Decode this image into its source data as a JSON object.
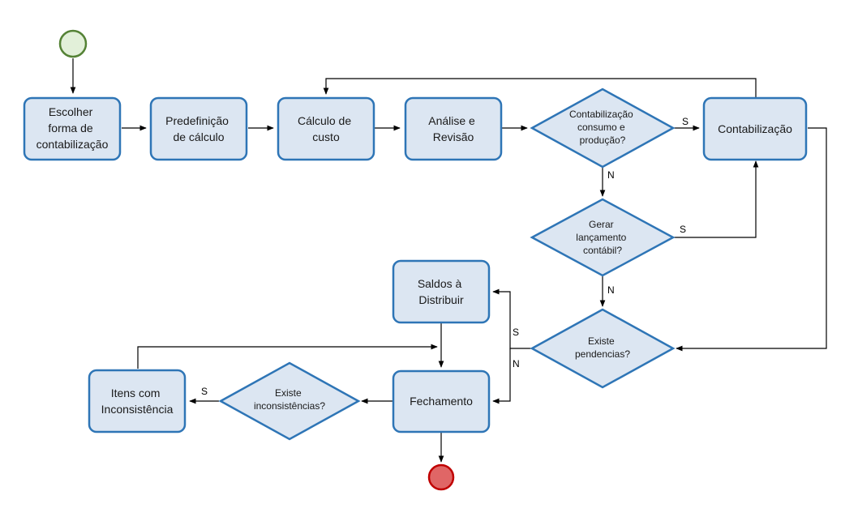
{
  "tasks": {
    "escolher": [
      "Escolher",
      "forma de",
      "contabilização"
    ],
    "predefinicao": [
      "Predefinição",
      "de cálculo"
    ],
    "calculo": [
      "Cálculo de",
      "custo"
    ],
    "analise": [
      "Análise e",
      "Revisão"
    ],
    "contabilizacao": [
      "Contabilização"
    ],
    "saldos": [
      "Saldos à",
      "Distribuir"
    ],
    "fechamento": [
      "Fechamento"
    ],
    "itens": [
      "Itens com",
      "Inconsistência"
    ]
  },
  "decisions": {
    "consumo": [
      "Contabilização",
      "consumo e",
      "produção?"
    ],
    "gerar": [
      "Gerar",
      "lançamento",
      "contábil?"
    ],
    "pendencias": [
      "Existe",
      "pendencias?"
    ],
    "inconsistencias": [
      "Existe",
      "inconsistências?"
    ]
  },
  "edge_labels": {
    "consumo_yes": "S",
    "consumo_no": "N",
    "gerar_yes": "S",
    "gerar_no": "N",
    "pendencias_yes": "S",
    "pendencias_no": "N",
    "inconsistencias_yes": "S"
  },
  "colors": {
    "task_fill": "#dce6f2",
    "task_stroke": "#2e75b6",
    "start_fill": "#e2f0d9",
    "start_stroke": "#548235",
    "end_fill": "#e06666",
    "end_stroke": "#c00000"
  }
}
